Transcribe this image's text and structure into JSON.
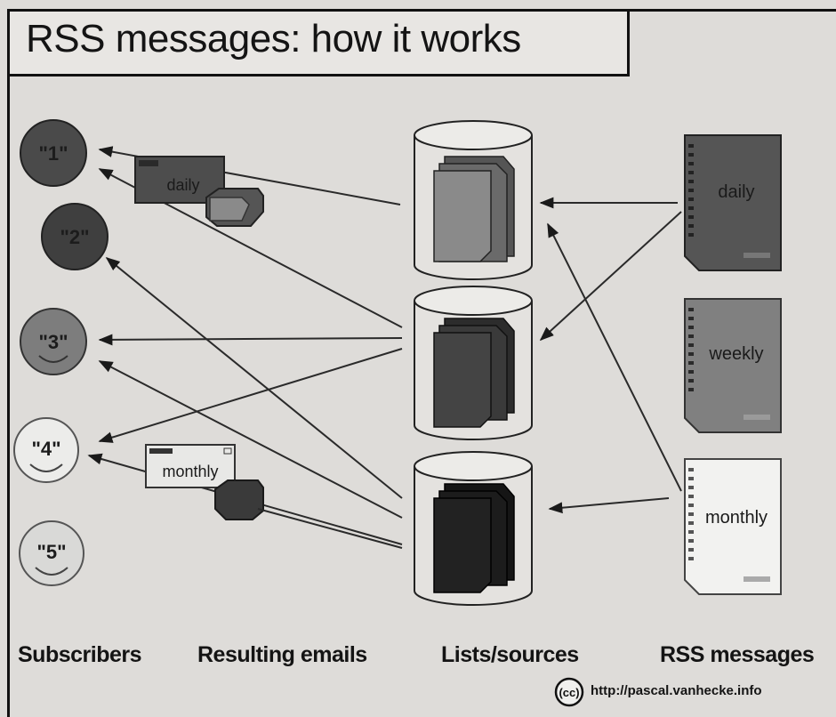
{
  "title": "RSS messages: how it works",
  "subscribers": [
    "\"1\"",
    "\"2\"",
    "\"3\"",
    "\"4\"",
    "\"5\""
  ],
  "emails": {
    "daily": "daily",
    "monthly": "monthly"
  },
  "rss_messages": {
    "daily": "daily",
    "weekly": "weekly",
    "monthly": "monthly"
  },
  "column_labels": {
    "subscribers": "Subscribers",
    "resulting_emails": "Resulting emails",
    "lists_sources": "Lists/sources",
    "rss_messages": "RSS messages"
  },
  "footer": {
    "cc_mark": "(cc)",
    "url": "http://pascal.vanhecke.info"
  },
  "colors": {
    "subscriber_1": "#4a4a4a",
    "subscriber_2": "#3f3f3f",
    "subscriber_3": "#7d7d7d",
    "subscriber_4": "#ececea",
    "subscriber_5": "#d9d9d7",
    "doc_daily": "#555555",
    "doc_weekly": "#808080",
    "doc_monthly": "#f2f2f0"
  }
}
